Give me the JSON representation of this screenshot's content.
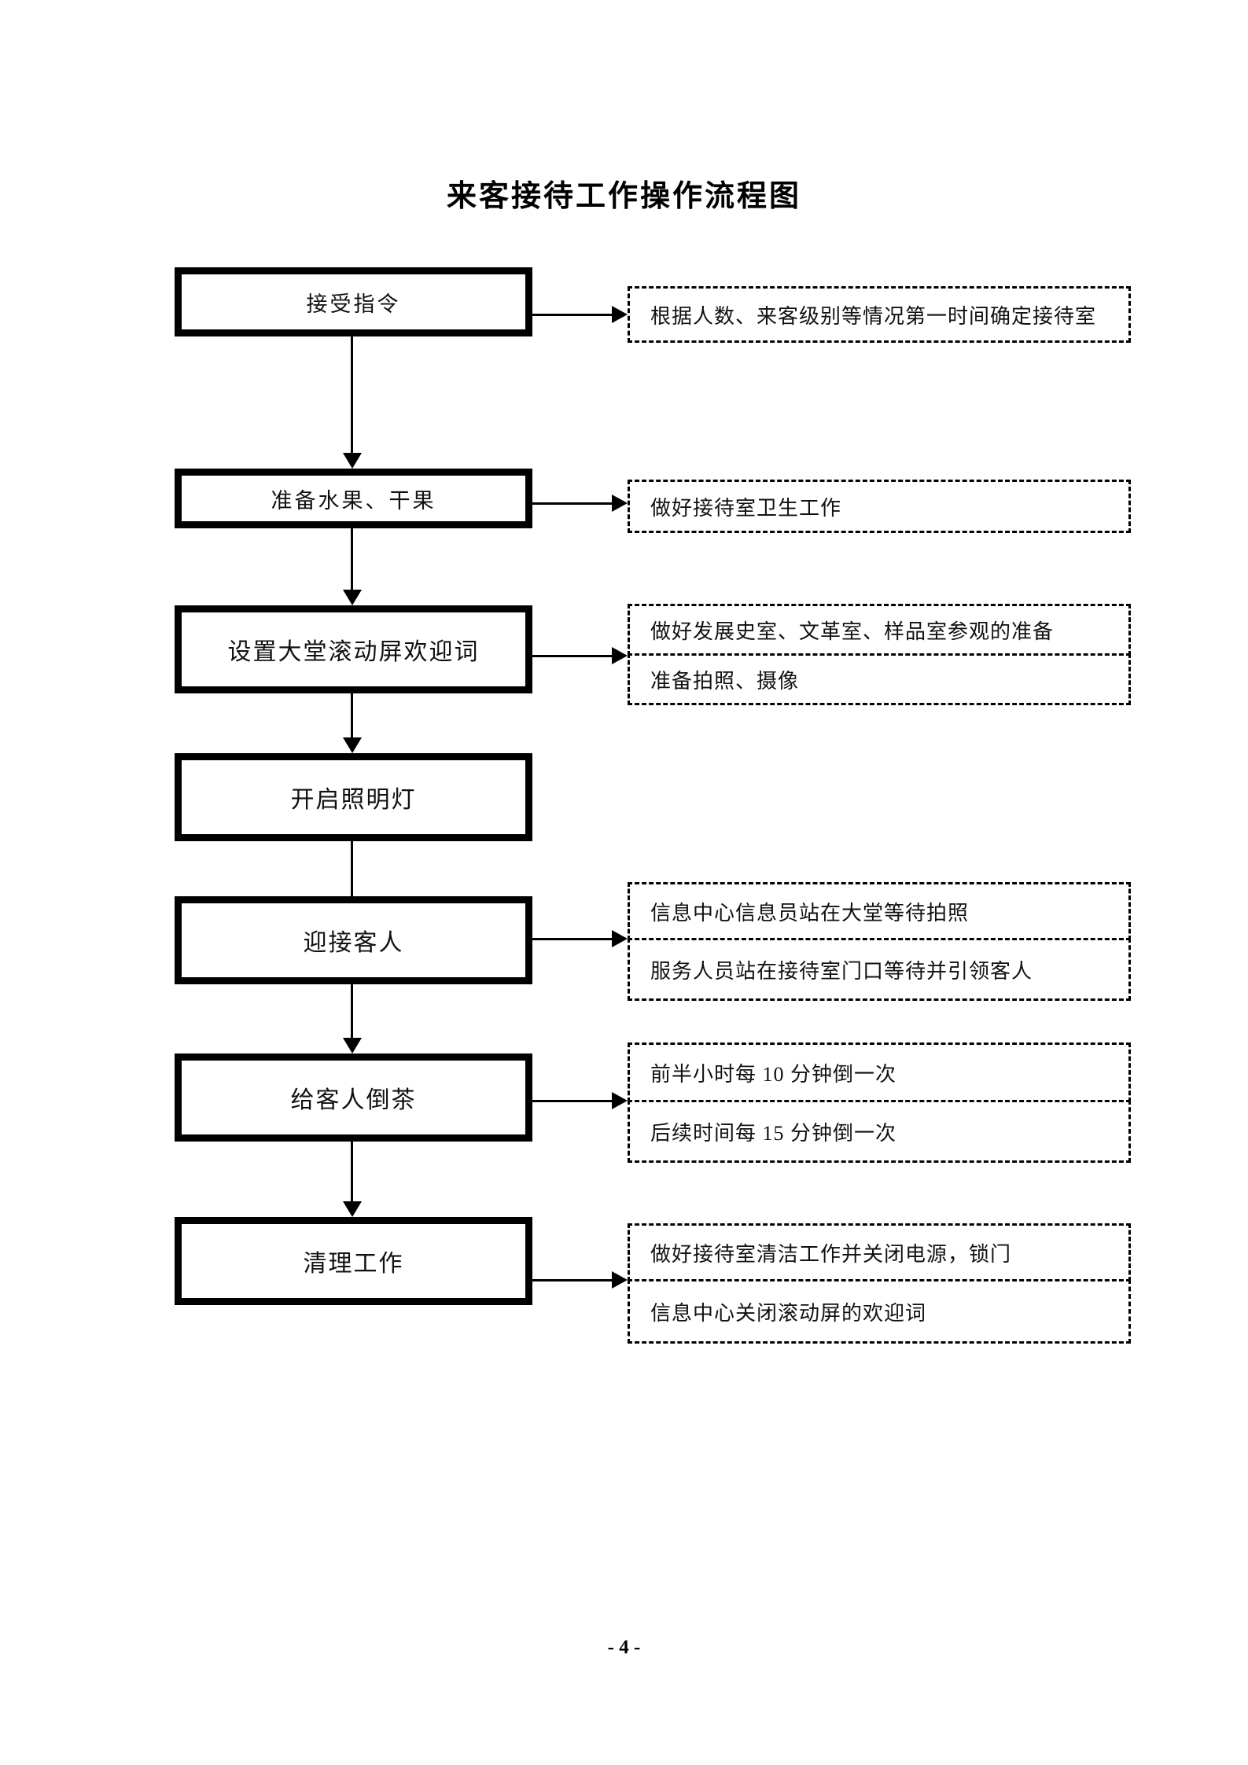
{
  "page": {
    "title": "来客接待工作操作流程图",
    "page_number": "- 4 -"
  },
  "colors": {
    "line": "#000000",
    "background": "#ffffff",
    "text": "#111111"
  },
  "icons": {
    "arrow_down": "solid-triangle-down",
    "arrow_right": "solid-triangle-right"
  },
  "flow": {
    "steps": [
      {
        "label": "接受指令",
        "notes": [
          "根据人数、来客级别等情况第一时间确定接待室"
        ]
      },
      {
        "label": "准备水果、干果",
        "notes": [
          "做好接待室卫生工作"
        ]
      },
      {
        "label": "设置大堂滚动屏欢迎词",
        "notes": [
          "做好发展史室、文革室、样品室参观的准备",
          "准备拍照、摄像"
        ]
      },
      {
        "label": "开启照明灯",
        "notes": []
      },
      {
        "label": "迎接客人",
        "notes": [
          "信息中心信息员站在大堂等待拍照",
          "服务人员站在接待室门口等待并引领客人"
        ]
      },
      {
        "label": "给客人倒茶",
        "notes": [
          "前半小时每 10 分钟倒一次",
          "后续时间每 15 分钟倒一次"
        ]
      },
      {
        "label": "清理工作",
        "notes": [
          "做好接待室清洁工作并关闭电源，锁门",
          "信息中心关闭滚动屏的欢迎词"
        ]
      }
    ]
  }
}
